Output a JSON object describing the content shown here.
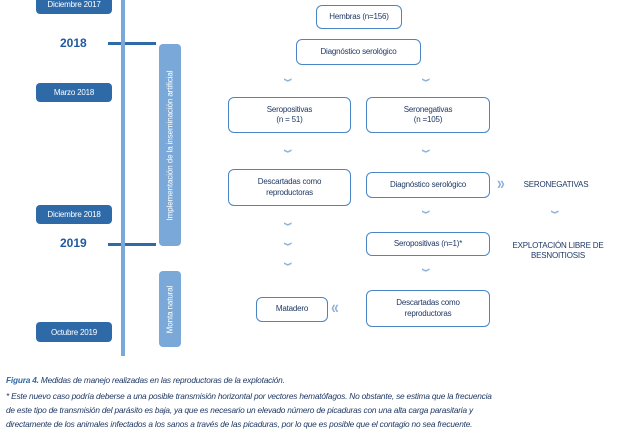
{
  "timeline": {
    "dates": [
      "Diciembre 2017",
      "Marzo 2018",
      "Diciembre 2018",
      "Octubre 2019"
    ],
    "years": [
      "2018",
      "2019"
    ],
    "phases": [
      "Implementación de la inseminación artificial",
      "Monta natural"
    ]
  },
  "flow": {
    "hembras": "Hembras (n=156)",
    "diag1": "Diagnóstico serológico",
    "seropositivas": [
      "Seropositivas",
      "(n = 51)"
    ],
    "seronegativas": [
      "Seronegativas",
      "(n =105)"
    ],
    "descartadas1": [
      "Descartadas como",
      "reproductoras"
    ],
    "diag2": "Diagnóstico serológico",
    "seroneg_upper": "SERONEGATIVAS",
    "seropositivas2": "Seropositivas (n=1)*",
    "explotacion": [
      "EXPLOTACIÓN LIBRE DE",
      "BESNOITIOSIS"
    ],
    "descartadas2": [
      "Descartadas como",
      "reproductoras"
    ],
    "matadero": "Matadero"
  },
  "caption": {
    "figure_label": "Figura 4.",
    "figure_text": " Medidas de manejo realizadas en las reproductoras de la explotación.",
    "note_line1": "* Este nuevo caso podría deberse a una posible transmisión horizontal por vectores hematófagos. No obstante, se estima que la frecuencia",
    "note_line2": "de este tipo de transmisión del parásito es baja, ya que es necesario un elevado número de picaduras con una alta carga parasitaria y",
    "note_line3": "directamente de los animales infectados a los sanos a través de las picaduras, por lo que es posible que el contagio no sea frecuente."
  },
  "colors": {
    "accent": "#2f6aa8",
    "light_accent": "#7aa9d9",
    "box_border": "#4a86c5",
    "chevron": "#8fb4dc"
  },
  "icons": [
    "chevron-down-icon",
    "chevron-right-icon",
    "chevron-left-icon"
  ]
}
